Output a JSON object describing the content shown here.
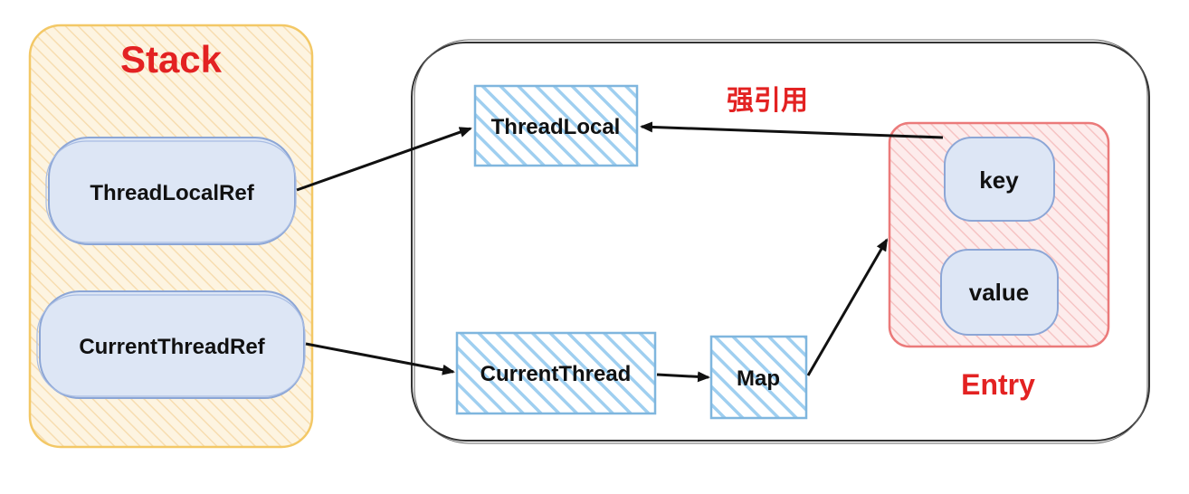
{
  "stack": {
    "title": "Stack",
    "items": [
      "ThreadLocalRef",
      "CurrentThreadRef"
    ]
  },
  "heap": {
    "threadlocal_label": "ThreadLocal",
    "currentthread_label": "CurrentThread",
    "map_label": "Map",
    "strong_ref_label": "强引用",
    "entry": {
      "title": "Entry",
      "key_label": "key",
      "value_label": "value"
    }
  },
  "colors": {
    "stack_fill": "#fdf2dc",
    "stack_border": "#f3c866",
    "node_fill": "#dde6f5",
    "node_border": "#8ca6d6",
    "hatch_blue": "#9fcff0",
    "hatch_border": "#7fb6de",
    "entry_fill": "#fbe3e3",
    "entry_border": "#eb7a7a",
    "accent_red": "#e32222",
    "ink": "#111111"
  }
}
